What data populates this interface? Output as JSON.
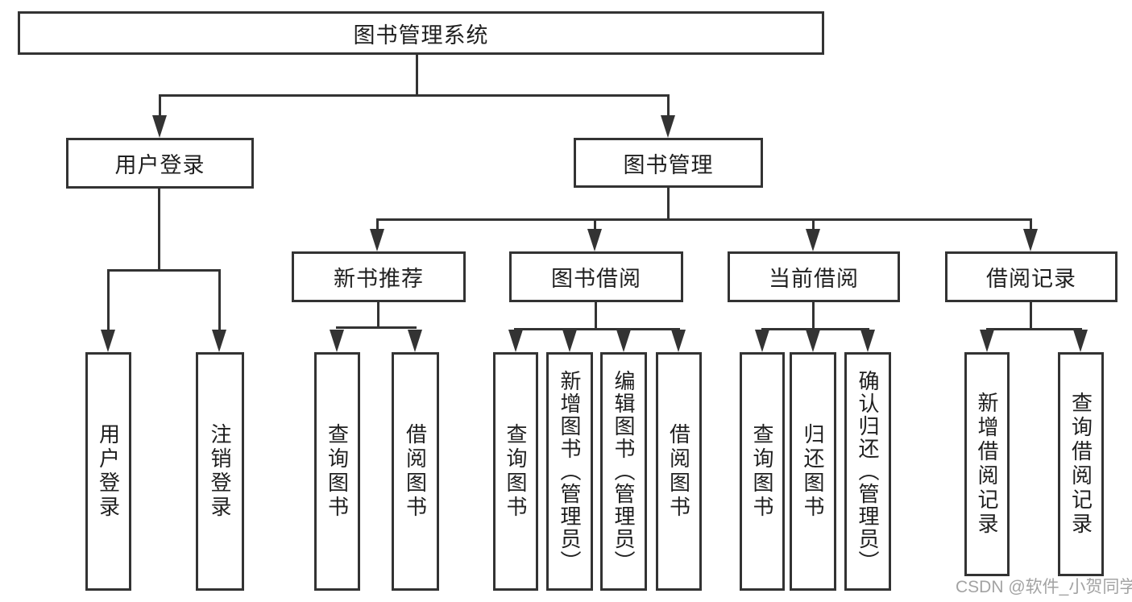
{
  "tree": {
    "root": "图书管理系统",
    "children": [
      {
        "label": "用户登录",
        "children": [
          "用户登录",
          "注销登录"
        ]
      },
      {
        "label": "图书管理",
        "children": [
          {
            "label": "新书推荐",
            "children": [
              "查询图书",
              "借阅图书"
            ]
          },
          {
            "label": "图书借阅",
            "children": [
              "查询图书",
              "新增图书（管理员）",
              "编辑图书（管理员）",
              "借阅图书"
            ]
          },
          {
            "label": "当前借阅",
            "children": [
              "查询图书",
              "归还图书",
              "确认归还（管理员）"
            ]
          },
          {
            "label": "借阅记录",
            "children": [
              "新增借阅记录",
              "查询借阅记录"
            ]
          }
        ]
      }
    ]
  },
  "colors": {
    "line": "#333333",
    "text": "#1f1f1f",
    "watermark": "#a3a3a3",
    "background": "#ffffff"
  },
  "watermark": "CSDN @软件_小贺同学"
}
